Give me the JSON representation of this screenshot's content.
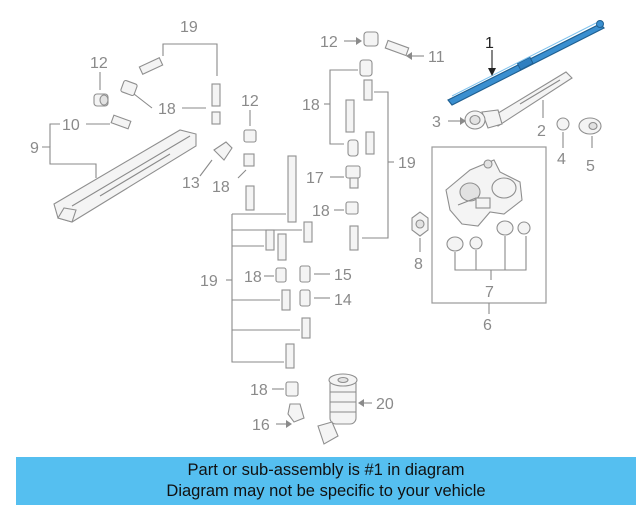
{
  "diagram": {
    "callouts": {
      "c1": "1",
      "c2": "2",
      "c3": "3",
      "c4": "4",
      "c5": "5",
      "c6": "6",
      "c7": "7",
      "c8": "8",
      "c9": "9",
      "c10": "10",
      "c11": "11",
      "c12a": "12",
      "c12b": "12",
      "c12c": "12",
      "c13": "13",
      "c14": "14",
      "c15": "15",
      "c16": "16",
      "c17": "17",
      "c18a": "18",
      "c18b": "18",
      "c18c": "18",
      "c18d": "18",
      "c18e": "18",
      "c18f": "18",
      "c19a": "19",
      "c19b": "19",
      "c19c": "19",
      "c20": "20"
    },
    "highlight_color": "#3a8fd0",
    "part_stroke_color": "#8f8f8f"
  },
  "banner": {
    "line1": "Part or sub-assembly is #1 in diagram",
    "line2": "Diagram may not be specific to your vehicle",
    "background": "#55bff0"
  }
}
